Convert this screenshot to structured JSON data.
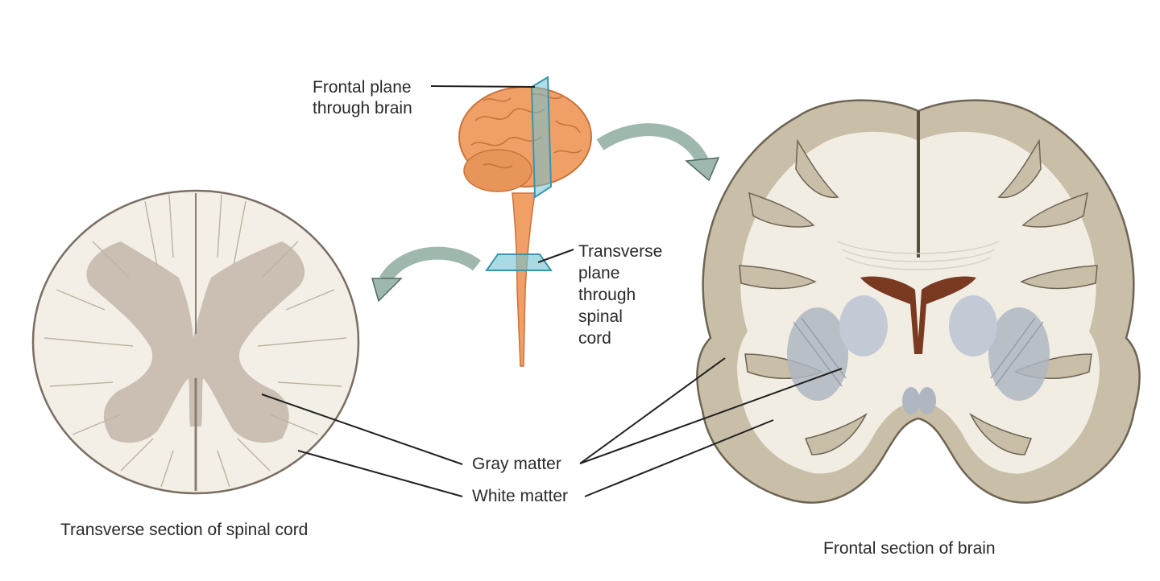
{
  "labels": {
    "frontal_plane": [
      "Frontal plane",
      "through brain"
    ],
    "transverse_plane": [
      "Transverse",
      "plane",
      "through",
      "spinal",
      "cord"
    ],
    "gray_matter": "Gray matter",
    "white_matter": "White matter"
  },
  "captions": {
    "spinal_cord": "Transverse section of spinal cord",
    "brain": "Frontal section of brain"
  },
  "colors": {
    "white_matter": "#f3efe6",
    "gray_matter_cord": "#cbbfb3",
    "cortex": "#c9bfa8",
    "deep_nuclei": "#aeb6c2",
    "ventricle": "#7a3a22",
    "brain_illustration": "#f0a066",
    "plane": "#6ec3d6",
    "arrow": "#9fb8ae",
    "leader_line": "#222222"
  }
}
